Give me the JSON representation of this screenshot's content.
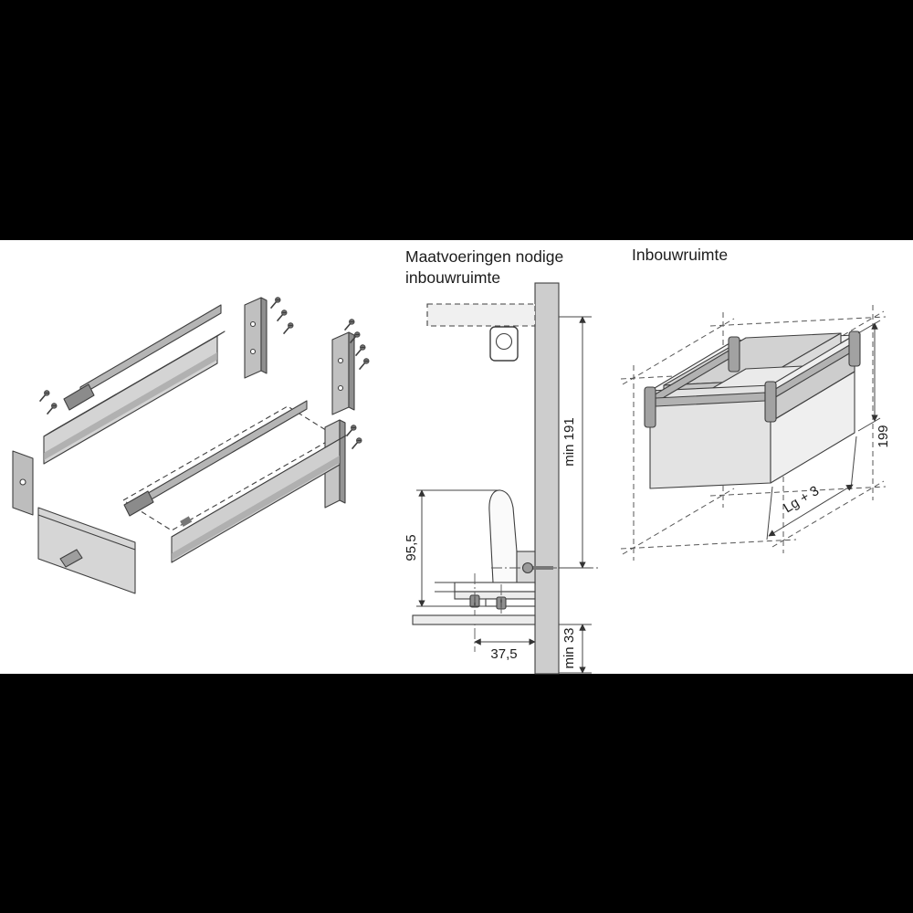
{
  "colors": {
    "letterbox": "#000000",
    "canvas": "#ffffff",
    "line": "#3f3f3f",
    "fill_light": "#e4e4e4",
    "fill_mid": "#c3c3c3",
    "fill_dark": "#979797"
  },
  "headings": {
    "middle_title_line1": "Maatvoeringen nodige",
    "middle_title_line2": "inbouwruimte",
    "right_title": "Inbouwruimte"
  },
  "section_view": {
    "dim_min_top": "min 191",
    "dim_height": "95,5",
    "dim_depth": "37,5",
    "dim_min_bottom": "min 33"
  },
  "isometric_view": {
    "dim_height": "199",
    "dim_length": "Lg + 3"
  }
}
